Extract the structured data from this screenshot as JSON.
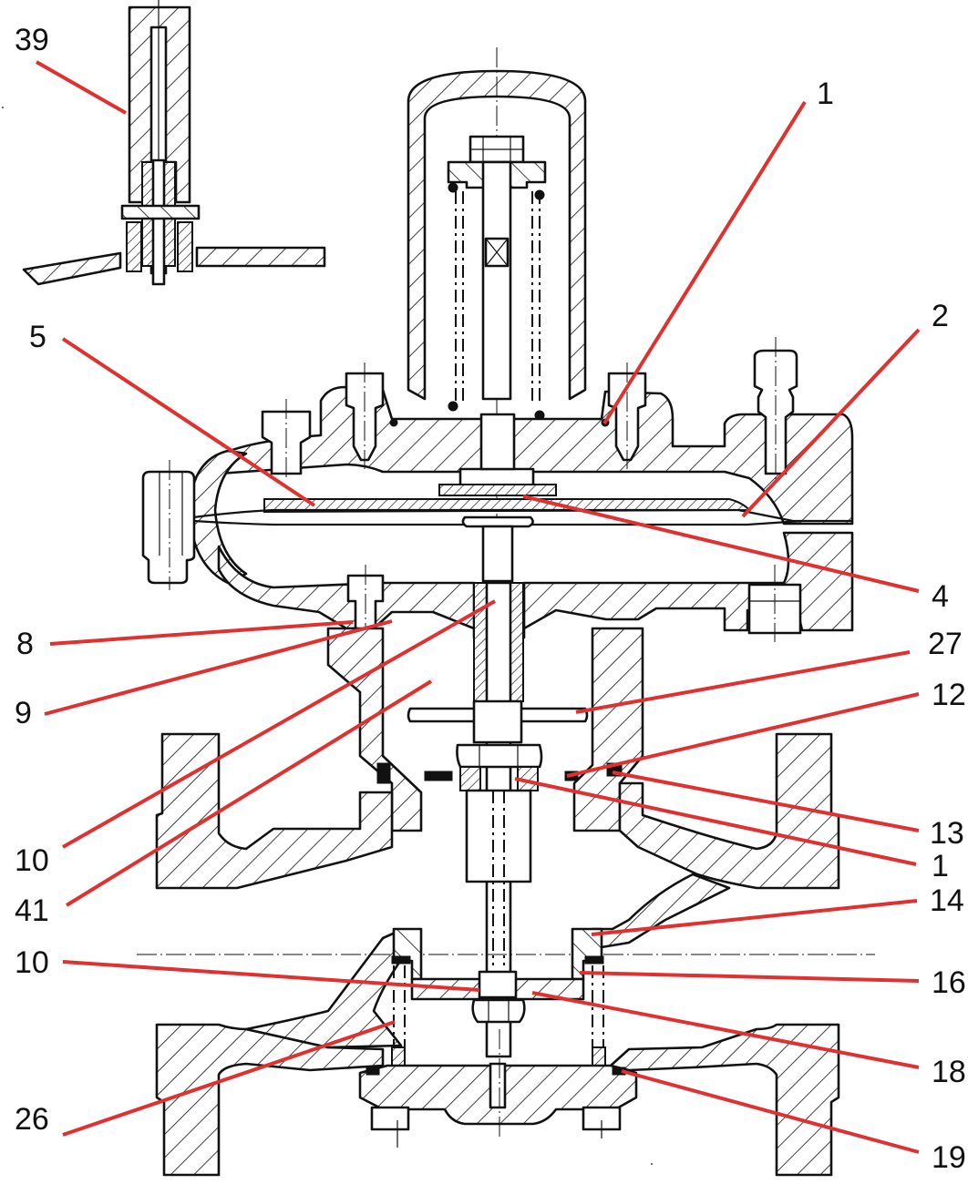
{
  "diagram": {
    "subject": "Gas pressure regulator, sectional view",
    "leader_color": "#e03131",
    "line_color": "#111111",
    "background": "#ffffff",
    "callouts": [
      {
        "id": "c39",
        "label": "39",
        "target": "pilot fitting detail"
      },
      {
        "id": "c1a",
        "label": "1",
        "target": "spring housing O-ring"
      },
      {
        "id": "c2",
        "label": "2",
        "target": "diaphragm"
      },
      {
        "id": "c5",
        "label": "5",
        "target": "diaphragm plate"
      },
      {
        "id": "c4",
        "label": "4",
        "target": "diaphragm washer"
      },
      {
        "id": "c8",
        "label": "8",
        "target": "bonnet screw seal"
      },
      {
        "id": "c27",
        "label": "27",
        "target": "lever disc"
      },
      {
        "id": "c9",
        "label": "9",
        "target": "bonnet"
      },
      {
        "id": "c12",
        "label": "12",
        "target": "guide ring"
      },
      {
        "id": "c13",
        "label": "13",
        "target": "body O-ring"
      },
      {
        "id": "c1b",
        "label": "1",
        "target": "stem O-ring"
      },
      {
        "id": "c10a",
        "label": "10",
        "target": "stem seal upper"
      },
      {
        "id": "c41",
        "label": "41",
        "target": "guide post"
      },
      {
        "id": "c14",
        "label": "14",
        "target": "seat ring"
      },
      {
        "id": "c10b",
        "label": "10",
        "target": "stem seal lower"
      },
      {
        "id": "c16",
        "label": "16",
        "target": "seat O-ring"
      },
      {
        "id": "c18",
        "label": "18",
        "target": "valve disc"
      },
      {
        "id": "c26",
        "label": "26",
        "target": "strainer sleeve"
      },
      {
        "id": "c19",
        "label": "19",
        "target": "bottom cover O-ring"
      }
    ]
  }
}
